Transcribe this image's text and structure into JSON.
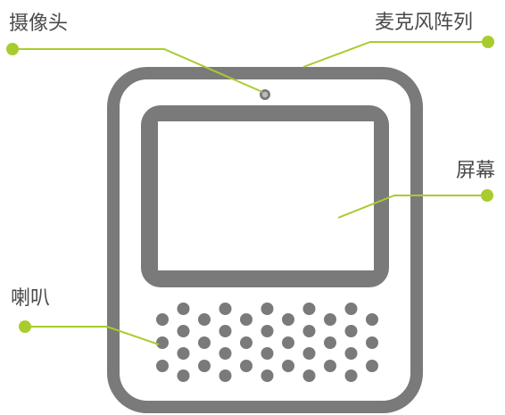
{
  "labels": {
    "camera": "摄像头",
    "mic_array": "麦克风阵列",
    "screen": "屏幕",
    "speaker": "喇叭"
  },
  "colors": {
    "body": "#7a7a7a",
    "accent": "#a8cc2e",
    "text": "#4a4a4a"
  },
  "icons": {
    "camera": "camera-lens-icon",
    "speaker": "speaker-grille-icon"
  }
}
